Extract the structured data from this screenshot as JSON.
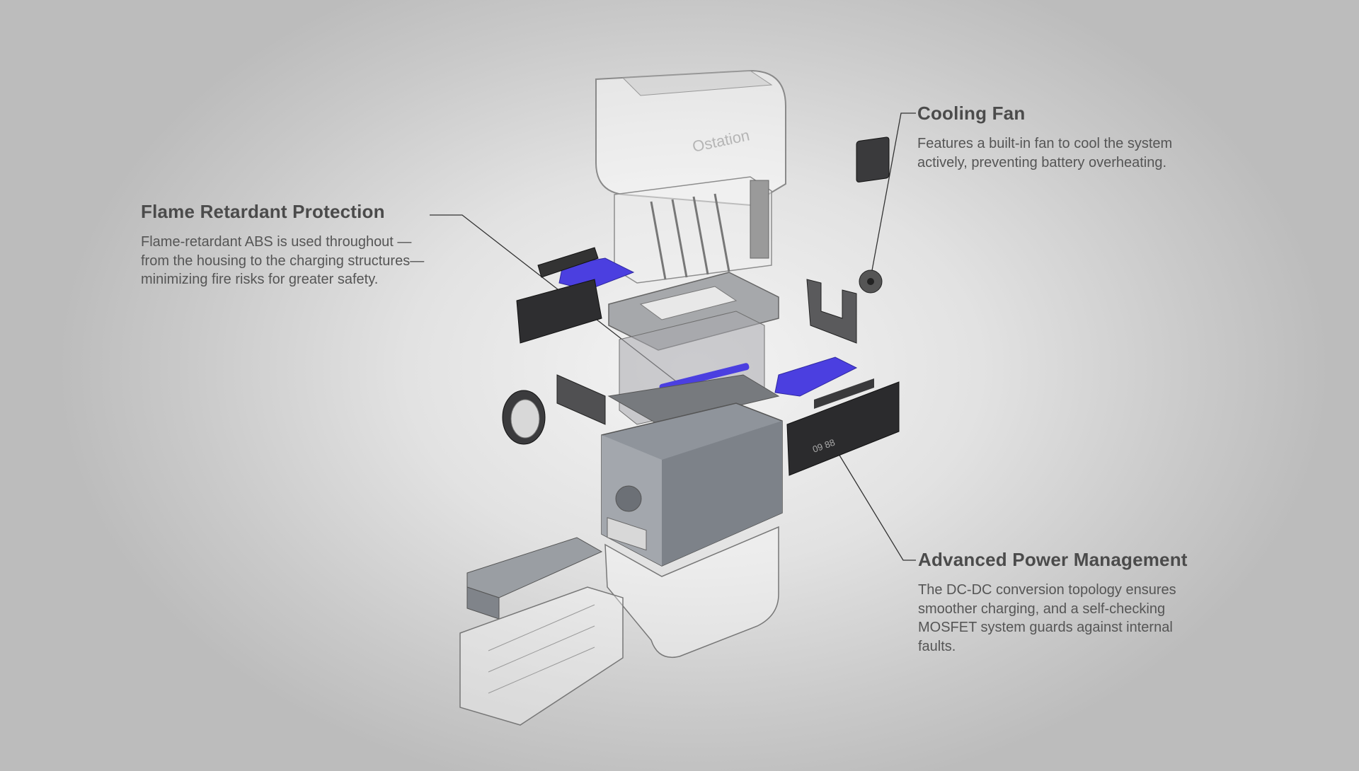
{
  "callouts": {
    "flame": {
      "title": "Flame Retardant Protection",
      "lines": [
        "Flame-retardant ABS is used throughout —",
        "from the housing to the charging structures—",
        "minimizing fire risks for greater safety."
      ]
    },
    "fan": {
      "title": "Cooling Fan",
      "lines": [
        "Features a built-in fan to cool the system",
        "actively, preventing battery overheating."
      ]
    },
    "power": {
      "title": "Advanced Power Management",
      "lines": [
        "The DC-DC conversion topology ensures",
        "smoother charging, and a self-checking",
        "MOSFET system guards against internal",
        "faults."
      ]
    }
  },
  "product": {
    "lid_logo": "Ostation",
    "display_digits": "09 88"
  },
  "colors": {
    "accent_blue": "#4b3fe0",
    "housing": "#8f949b",
    "text_title": "#4b4b4b",
    "text_body": "#555555"
  }
}
